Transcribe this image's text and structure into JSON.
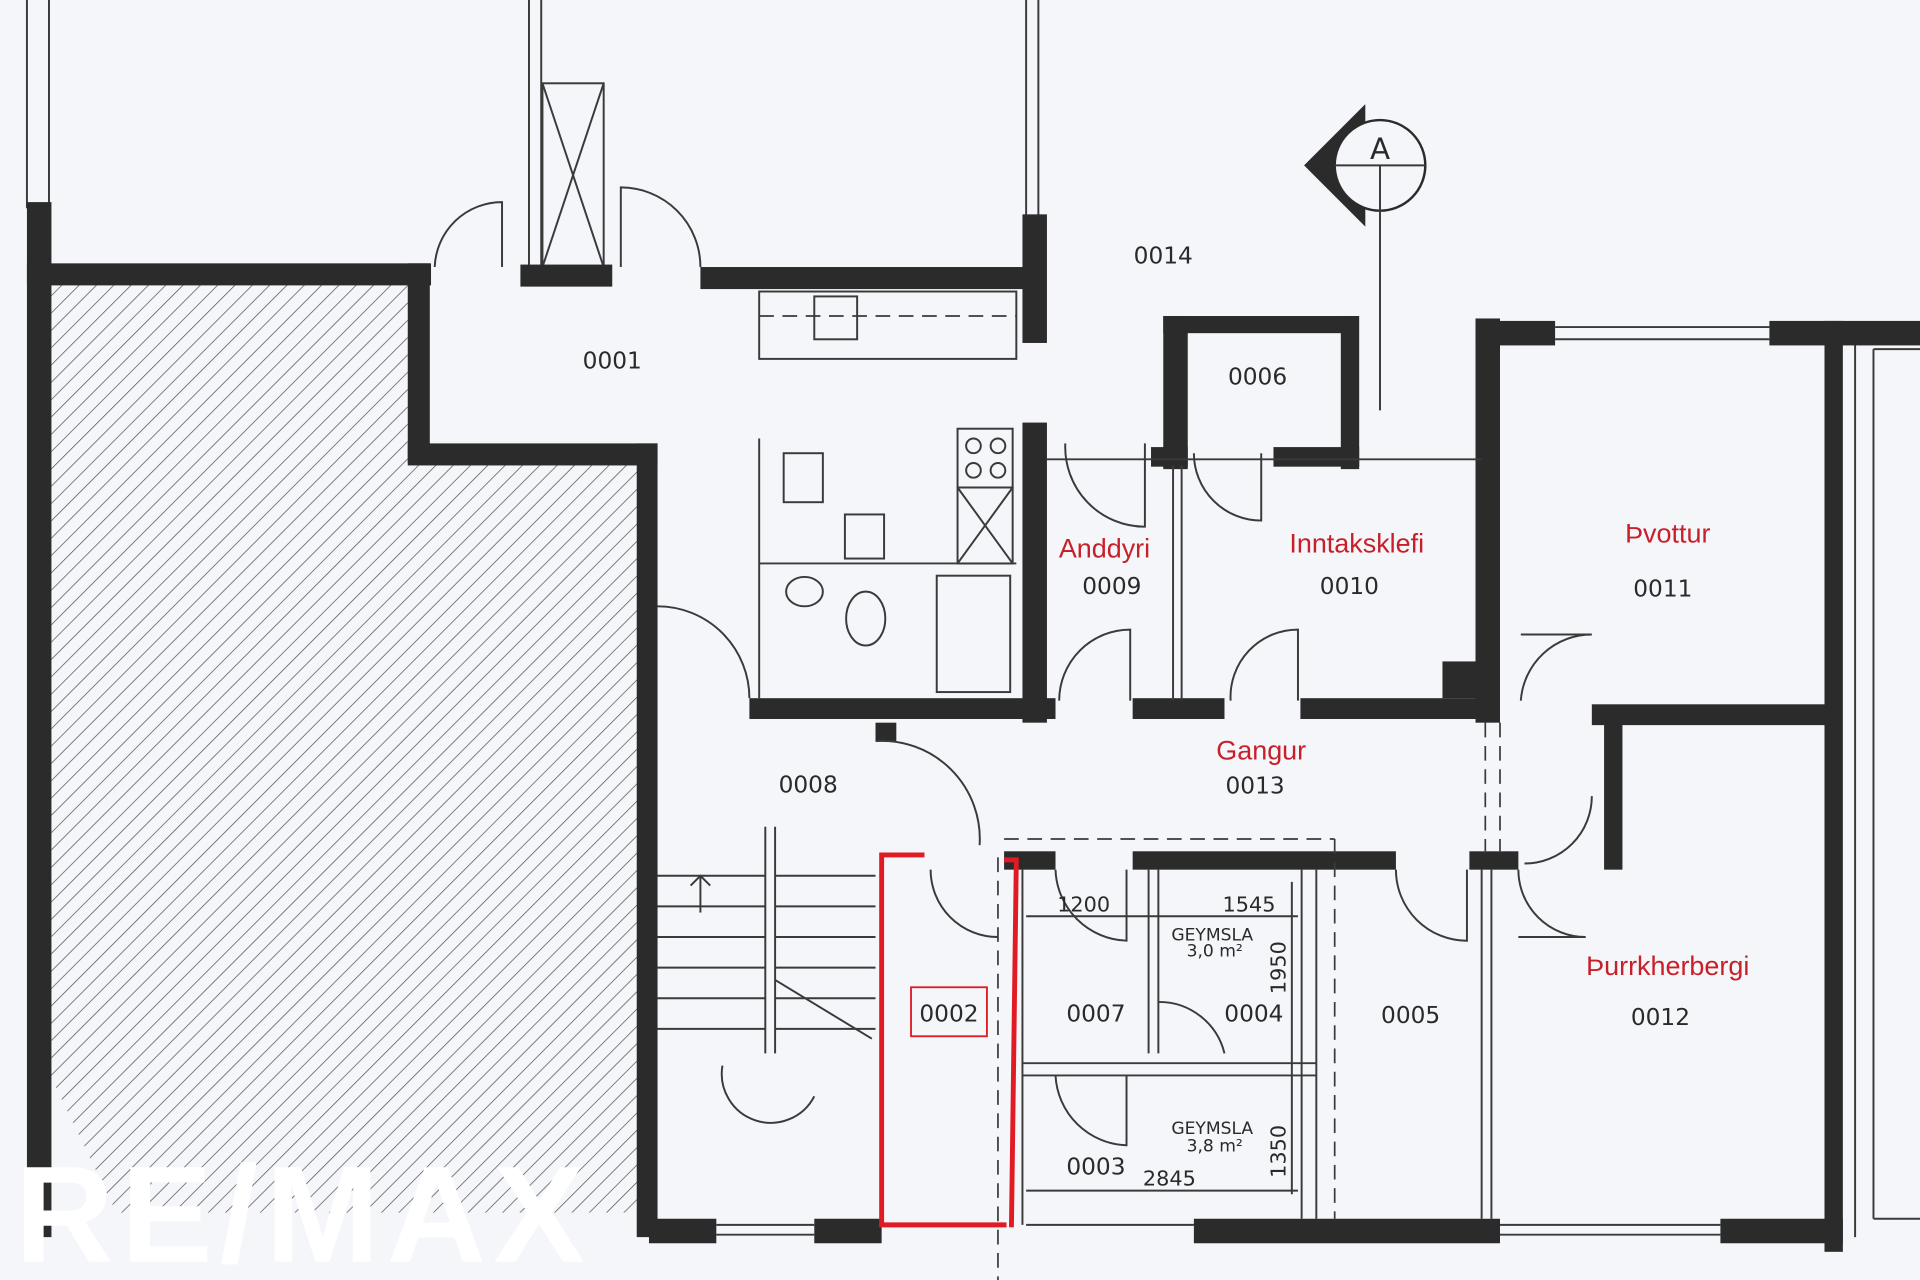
{
  "section_marker": {
    "letter": "A"
  },
  "rooms": {
    "r0014": "0014",
    "r0001": "0001",
    "r0006": "0006",
    "r0009": {
      "name": "Anddyri",
      "code": "0009"
    },
    "r0010": {
      "name": "Inntaksklefi",
      "code": "0010"
    },
    "r0011": {
      "name": "Þvottur",
      "code": "0011"
    },
    "r0013": {
      "name": "Gangur",
      "code": "0013"
    },
    "r0008": "0008",
    "r0002": "0002",
    "r0007": "0007",
    "r0004": "0004",
    "r0005": "0005",
    "r0012": {
      "name": "Þurrkherbergi",
      "code": "0012"
    },
    "r0003": "0003"
  },
  "storage": [
    {
      "label": "GEYMSLA",
      "area": "3,0 m²"
    },
    {
      "label": "GEYMSLA",
      "area": "3,8 m²"
    }
  ],
  "dimensions": {
    "d1200": "1200",
    "d1545": "1545",
    "d1950": "1950",
    "d1350": "1350",
    "d2845": "2845"
  },
  "watermark": "RE/MAX",
  "colors": {
    "highlight": "#e01b24",
    "room_name": "#c8202a",
    "wall": "#2b2b2b"
  }
}
